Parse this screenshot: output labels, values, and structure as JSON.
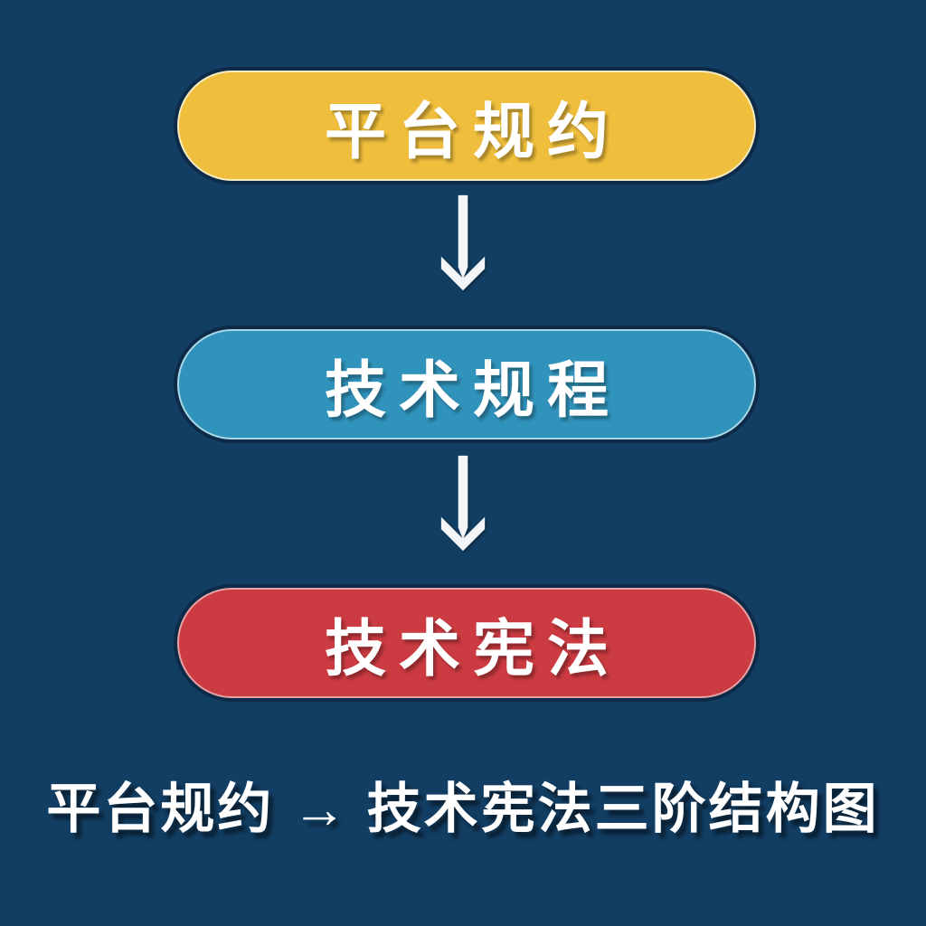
{
  "colors": {
    "background": "#123E63",
    "tier1_fill": "#EFBE3C",
    "tier1_edge": "#F7ECC0",
    "tier2_fill": "#3093BB",
    "tier2_edge": "#A9D8E6",
    "tier3_fill": "#CB3B41",
    "tier3_edge": "#E8A2A4",
    "text": "#FFFFFF",
    "arrow": "#F3F5F6"
  },
  "diagram": {
    "tiers": [
      {
        "label": "平台规约"
      },
      {
        "label": "技术规程"
      },
      {
        "label": "技术宪法"
      }
    ],
    "caption": "平台规约 → 技术宪法三阶结构图"
  }
}
